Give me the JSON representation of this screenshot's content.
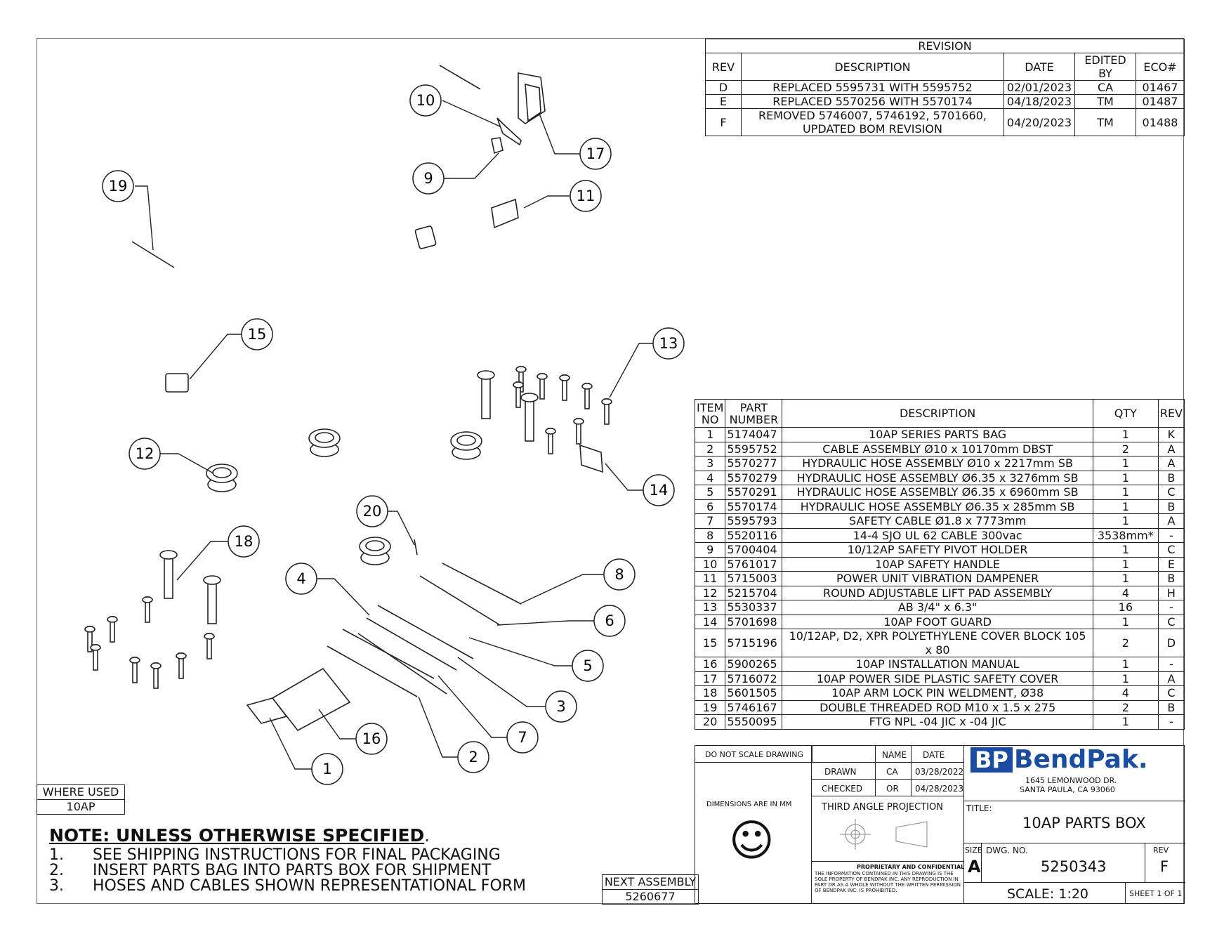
{
  "revision_block": {
    "title": "REVISION",
    "headers": [
      "REV",
      "DESCRIPTION",
      "DATE",
      "EDITED BY",
      "ECO#"
    ],
    "rows": [
      {
        "rev": "D",
        "description": "REPLACED 5595731 WITH 5595752",
        "date": "02/01/2023",
        "edited_by": "CA",
        "eco": "01467"
      },
      {
        "rev": "E",
        "description": "REPLACED 5570256 WITH 5570174",
        "date": "04/18/2023",
        "edited_by": "TM",
        "eco": "01487"
      },
      {
        "rev": "F",
        "description": "REMOVED 5746007, 5746192, 5701660, UPDATED BOM REVISION",
        "date": "04/20/2023",
        "edited_by": "TM",
        "eco": "01488"
      }
    ]
  },
  "bom": {
    "headers": {
      "item_no": "ITEM NO",
      "part_number": "PART NUMBER",
      "description": "DESCRIPTION",
      "qty": "QTY",
      "rev": "REV"
    },
    "rows": [
      {
        "item": "1",
        "part": "5174047",
        "description": "10AP SERIES PARTS BAG",
        "qty": "1",
        "rev": "K"
      },
      {
        "item": "2",
        "part": "5595752",
        "description": "CABLE ASSEMBLY Ø10 x 10170mm DBST",
        "qty": "2",
        "rev": "A"
      },
      {
        "item": "3",
        "part": "5570277",
        "description": "HYDRAULIC HOSE ASSEMBLY Ø10 x 2217mm SB",
        "qty": "1",
        "rev": "A"
      },
      {
        "item": "4",
        "part": "5570279",
        "description": "HYDRAULIC HOSE ASSEMBLY Ø6.35 x 3276mm SB",
        "qty": "1",
        "rev": "B"
      },
      {
        "item": "5",
        "part": "5570291",
        "description": "HYDRAULIC HOSE ASSEMBLY Ø6.35 x 6960mm SB",
        "qty": "1",
        "rev": "C"
      },
      {
        "item": "6",
        "part": "5570174",
        "description": "HYDRAULIC HOSE ASSEMBLY Ø6.35 x 285mm SB",
        "qty": "1",
        "rev": "B"
      },
      {
        "item": "7",
        "part": "5595793",
        "description": "SAFETY CABLE Ø1.8 x 7773mm",
        "qty": "1",
        "rev": "A"
      },
      {
        "item": "8",
        "part": "5520116",
        "description": "14-4 SJO UL 62 CABLE 300vac",
        "qty": "3538mm*",
        "rev": "-"
      },
      {
        "item": "9",
        "part": "5700404",
        "description": "10/12AP SAFETY PIVOT HOLDER",
        "qty": "1",
        "rev": "C"
      },
      {
        "item": "10",
        "part": "5761017",
        "description": "10AP SAFETY HANDLE",
        "qty": "1",
        "rev": "E"
      },
      {
        "item": "11",
        "part": "5715003",
        "description": "POWER UNIT VIBRATION DAMPENER",
        "qty": "1",
        "rev": "B"
      },
      {
        "item": "12",
        "part": "5215704",
        "description": "ROUND ADJUSTABLE LIFT PAD ASSEMBLY",
        "qty": "4",
        "rev": "H"
      },
      {
        "item": "13",
        "part": "5530337",
        "description": "AB 3/4\" x 6.3\"",
        "qty": "16",
        "rev": "-"
      },
      {
        "item": "14",
        "part": "5701698",
        "description": "10AP FOOT GUARD",
        "qty": "1",
        "rev": "C"
      },
      {
        "item": "15",
        "part": "5715196",
        "description": "10/12AP, D2, XPR POLYETHYLENE COVER BLOCK 105 x 80",
        "qty": "2",
        "rev": "D"
      },
      {
        "item": "16",
        "part": "5900265",
        "description": "10AP INSTALLATION MANUAL",
        "qty": "1",
        "rev": "-"
      },
      {
        "item": "17",
        "part": "5716072",
        "description": "10AP POWER SIDE PLASTIC SAFETY COVER",
        "qty": "1",
        "rev": "A"
      },
      {
        "item": "18",
        "part": "5601505",
        "description": "10AP ARM LOCK PIN WELDMENT, Ø38",
        "qty": "4",
        "rev": "C"
      },
      {
        "item": "19",
        "part": "5746167",
        "description": "DOUBLE THREADED ROD M10 x 1.5 x 275",
        "qty": "2",
        "rev": "B"
      },
      {
        "item": "20",
        "part": "5550095",
        "description": "FTG NPL -04 JIC x -04 JIC",
        "qty": "1",
        "rev": "-"
      }
    ]
  },
  "title_block": {
    "do_not_scale": "DO NOT SCALE DRAWING",
    "name_header": "NAME",
    "date_header": "DATE",
    "drawn_label": "DRAWN",
    "drawn_name": "CA",
    "drawn_date": "03/28/2022",
    "checked_label": "CHECKED",
    "checked_name": "OR",
    "checked_date": "04/28/2023",
    "dimensions_note": "DIMENSIONS ARE IN MM",
    "projection": "THIRD ANGLE PROJECTION",
    "proprietary_title": "PROPRIETARY AND CONFIDENTIAL",
    "proprietary_text": "THE INFORMATION CONTAINED IN THIS DRAWING IS THE SOLE PROPERTY OF BENDPAK INC. ANY REPRODUCTION IN PART OR AS A WHOLE WITHOUT THE WRITTEN PERMISSION OF BENDPAK INC. IS PROHIBITED.",
    "logo_mark": "BP",
    "company": "BendPak.",
    "address_line1": "1645 LEMONWOOD DR.",
    "address_line2": "SANTA PAULA, CA 93060",
    "title_label": "TITLE:",
    "title": "10AP PARTS BOX",
    "size_label": "SIZE",
    "size": "A",
    "dwg_label": "DWG.  NO.",
    "dwg_no": "5250343",
    "rev_label": "REV",
    "rev": "F",
    "scale": "SCALE: 1:20",
    "sheet": "SHEET 1 OF 1",
    "smiley": "☺"
  },
  "where_used": {
    "label": "WHERE USED",
    "value": "10AP"
  },
  "next_assembly": {
    "label": "NEXT ASSEMBLY",
    "value": "5260677"
  },
  "notes": {
    "heading": "NOTE: UNLESS OTHERWISE SPECIFIED",
    "items": [
      {
        "num": "1.",
        "text": "SEE SHIPPING INSTRUCTIONS FOR FINAL PACKAGING"
      },
      {
        "num": "2.",
        "text": "INSERT PARTS BAG INTO PARTS BOX FOR SHIPMENT"
      },
      {
        "num": "3.",
        "text": "HOSES AND CABLES SHOWN REPRESENTATIONAL FORM"
      }
    ]
  },
  "balloons": [
    "10",
    "17",
    "9",
    "11",
    "19",
    "15",
    "13",
    "12",
    "14",
    "20",
    "18",
    "4",
    "8",
    "6",
    "5",
    "3",
    "7",
    "16",
    "2",
    "1"
  ]
}
